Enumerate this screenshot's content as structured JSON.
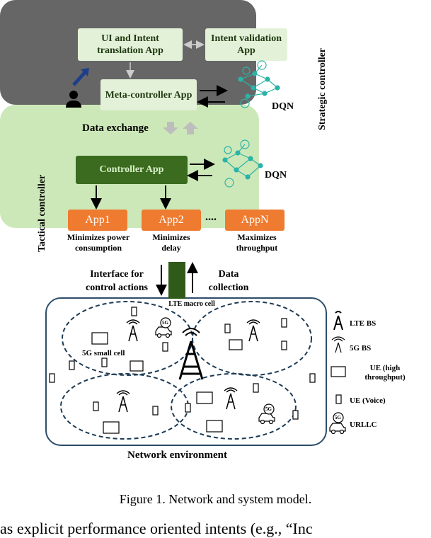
{
  "strategic": {
    "label": "Strategic controller",
    "ui_app": "UI and Intent translation App",
    "validation_app": "Intent validation App",
    "meta_app": "Meta-controller App",
    "dqn": "DQN"
  },
  "data_exchange": "Data exchange",
  "tactical": {
    "label": "Tactical controller",
    "controller_app": "Controller App",
    "dqn": "DQN",
    "app1": "App1",
    "app2": "App2",
    "dots": "....",
    "appn": "AppN",
    "app1_desc": "Minimizes power consumption",
    "app2_desc": "Minimizes delay",
    "appn_desc": "Maximizes throughput"
  },
  "interface_label": "Interface for control actions",
  "data_collection_label": "Data collection",
  "network": {
    "lte_macro": "LTE macro cell",
    "small_cell": "5G small cell",
    "env_label": "Network environment"
  },
  "legend": {
    "lte_bs": "LTE BS",
    "g5_bs": "5G BS",
    "ue_high": "UE (high throughput)",
    "ue_voice": "UE (Voice)",
    "urllc": "URLLC",
    "g5_badge": "5G"
  },
  "caption": "Figure 1. Network and system model.",
  "bottom_text": "as explicit performance oriented intents (e.g., “Inc"
}
